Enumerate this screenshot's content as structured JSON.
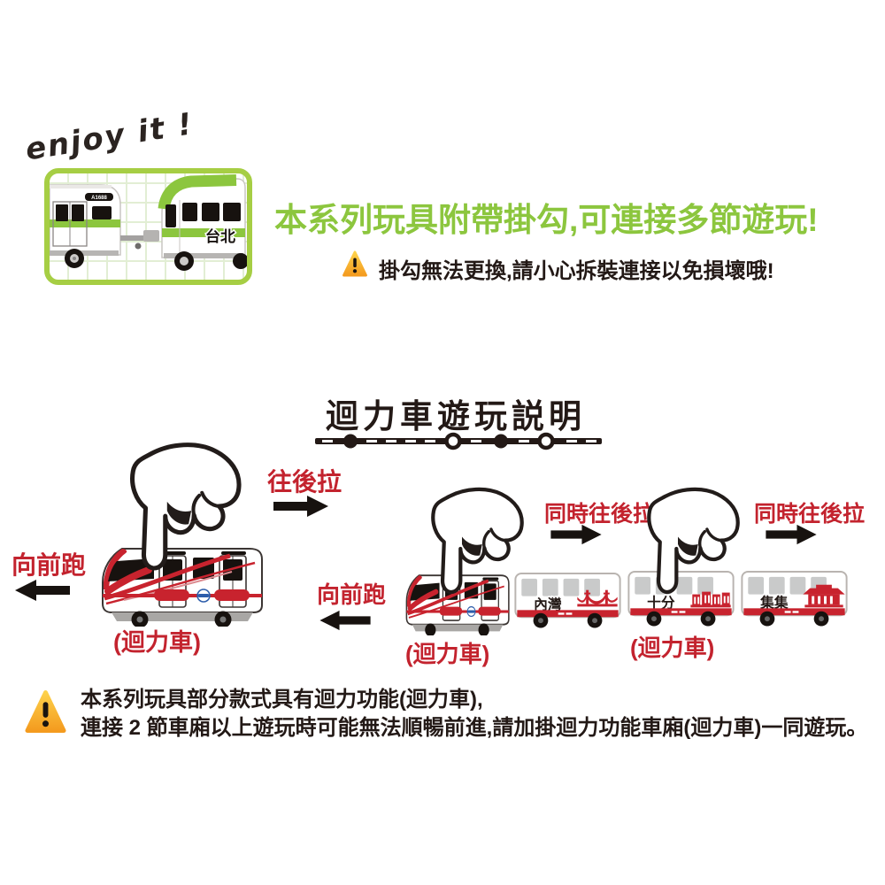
{
  "top": {
    "script_text": "enjoy it !",
    "photo": {
      "left_car_label": "A1688",
      "right_car_label": "台北"
    },
    "headline": "本系列玩具附帶掛勾,可連接多節遊玩!",
    "caution": "掛勾無法更換,請小心拆裝連接以免損壞哦!"
  },
  "pullback": {
    "title": "迴力車遊玩説明",
    "labels": {
      "pull_back": "往後拉",
      "run_forward": "向前跑",
      "pull_back_together": "同時往後拉",
      "pullback_car": "(迴力車)"
    },
    "cars": {
      "neiwan": "內灣",
      "shifen": "十分",
      "jiji": "集集"
    }
  },
  "footer": {
    "line1": "本系列玩具部分款式具有迴力功能(迴力車),",
    "line2": "連接 2 節車廂以上遊玩時可能無法順暢前進,請加掛迴力功能車廂(迴力車)一同遊玩。"
  },
  "colors": {
    "brand_green": "#8cc63e",
    "frame_green": "#a6ce44",
    "label_red": "#c3232e",
    "text_black": "#231916",
    "warning_yellow": "#f9a825",
    "window_gray": "#c9caca"
  }
}
